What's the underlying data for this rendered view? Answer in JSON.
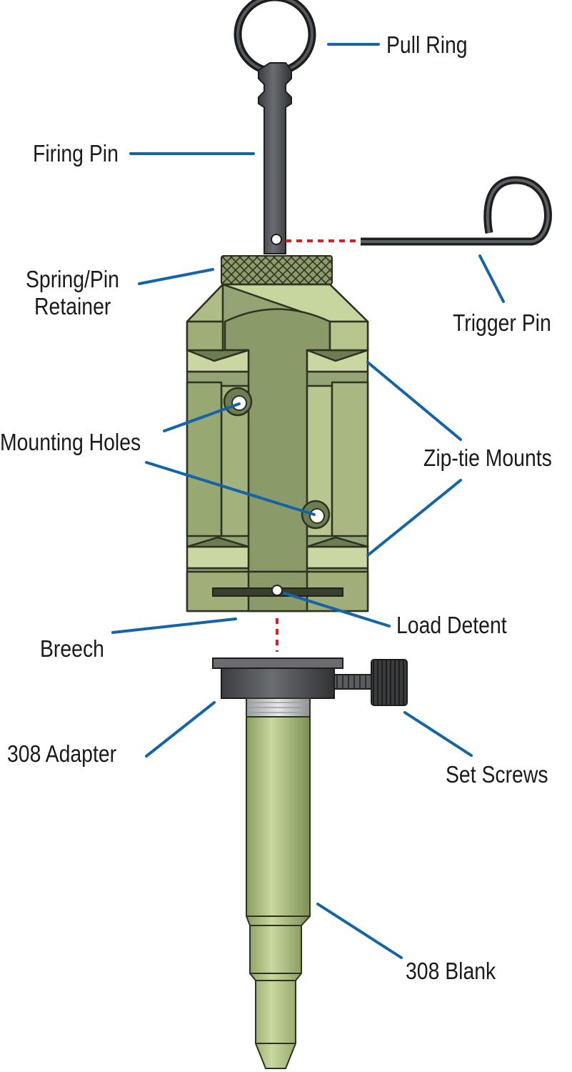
{
  "labels": {
    "pull_ring": "Pull Ring",
    "firing_pin": "Firing Pin",
    "trigger_pin": "Trigger Pin",
    "spring_retainer_line1": "Spring/Pin",
    "spring_retainer_line2": "Retainer",
    "mounting_holes": "Mounting Holes",
    "zip_tie_mounts": "Zip-tie Mounts",
    "load_detent": "Load Detent",
    "breech": "Breech",
    "adapter_308": "308 Adapter",
    "set_screws": "Set Screws",
    "blank_308": "308 Blank"
  },
  "colors": {
    "leader": "#1464a8",
    "alignment_dots": "#d62020",
    "body_green": "#94a474",
    "body_light": "#c6d49c",
    "body_dark": "#6e7c52",
    "metal_dark": "#4d4f52",
    "blank_green": "#a9bc7d"
  }
}
